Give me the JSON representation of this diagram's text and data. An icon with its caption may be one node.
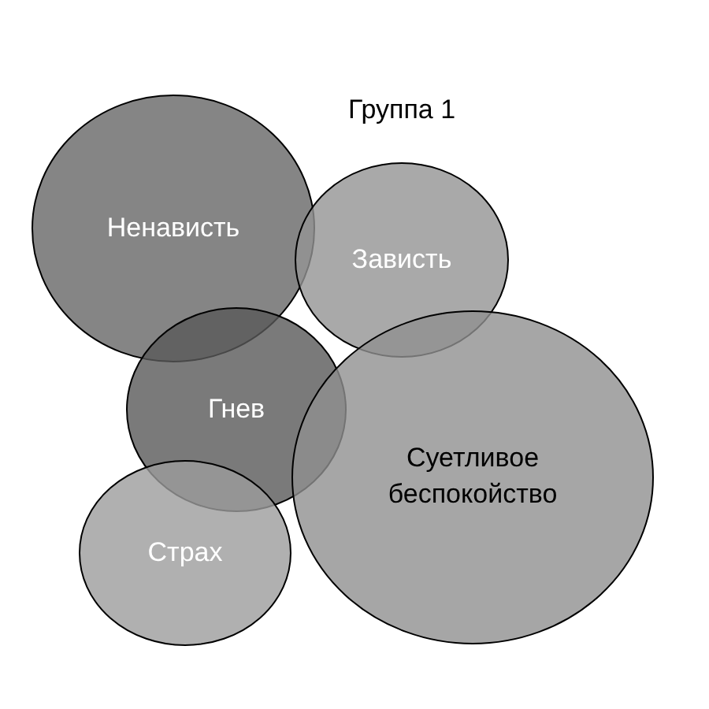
{
  "diagram": {
    "title": "Группа 1",
    "nodes": [
      {
        "text": [
          "Ненависть"
        ]
      },
      {
        "text": [
          "Зависть"
        ]
      },
      {
        "text": [
          "Гнев"
        ]
      },
      {
        "text": [
          "Суетливое беспокойство"
        ]
      },
      {
        "text": [
          "Страх"
        ]
      }
    ]
  }
}
